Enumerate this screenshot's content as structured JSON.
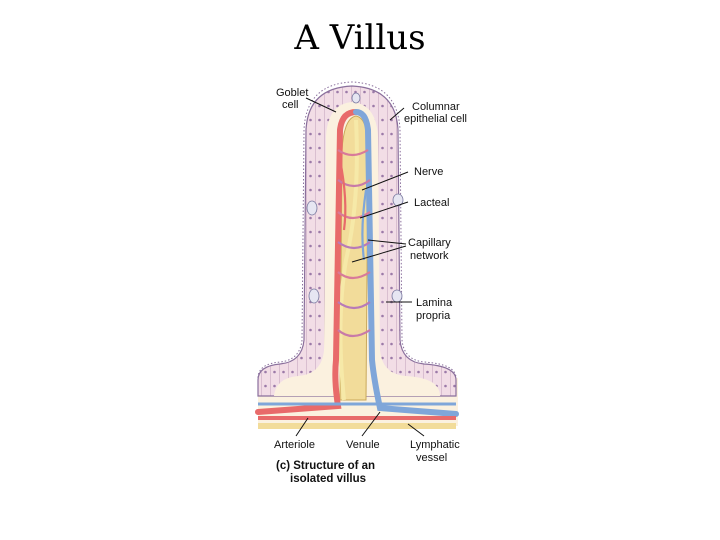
{
  "title": "A Villus",
  "caption": {
    "line1": "(c) Structure of an",
    "line2": "isolated villus"
  },
  "labels": {
    "goblet_cell": [
      "Goblet",
      "cell"
    ],
    "columnar_epithelial_cell": [
      "Columnar",
      "epithelial cell"
    ],
    "nerve": [
      "Nerve"
    ],
    "lacteal": [
      "Lacteal"
    ],
    "capillary_network": [
      "Capillary",
      "network"
    ],
    "lamina_propria": [
      "Lamina",
      "propria"
    ],
    "arteriole": [
      "Arteriole"
    ],
    "venule": [
      "Venule"
    ],
    "lymphatic_vessel": [
      "Lymphatic",
      "vessel"
    ]
  },
  "colors": {
    "epithelium": "#f2dde6",
    "epithelium_outline": "#8a6f9c",
    "lamina_propria": "#fbf1df",
    "lacteal": "#f2dc9a",
    "arteriole": "#e86a6a",
    "venule": "#7fa6d9",
    "nerve": "#f6e9a8"
  }
}
